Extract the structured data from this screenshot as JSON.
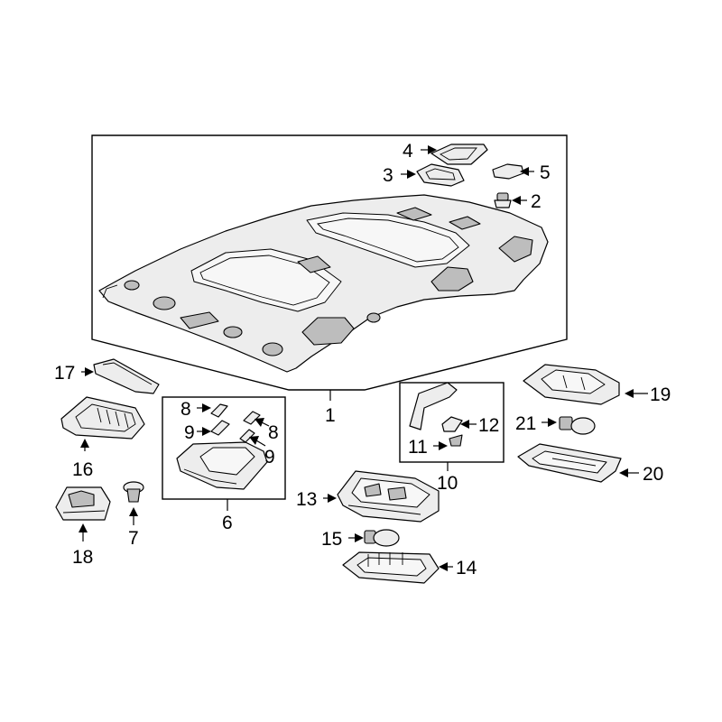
{
  "callouts": {
    "c1": "1",
    "c2": "2",
    "c3": "3",
    "c4": "4",
    "c5": "5",
    "c6": "6",
    "c7": "7",
    "c8a": "8",
    "c8b": "8",
    "c9a": "9",
    "c9b": "9",
    "c10": "10",
    "c11": "11",
    "c12": "12",
    "c13": "13",
    "c14": "14",
    "c15": "15",
    "c16": "16",
    "c17": "17",
    "c18": "18",
    "c19": "19",
    "c20": "20",
    "c21": "21"
  }
}
